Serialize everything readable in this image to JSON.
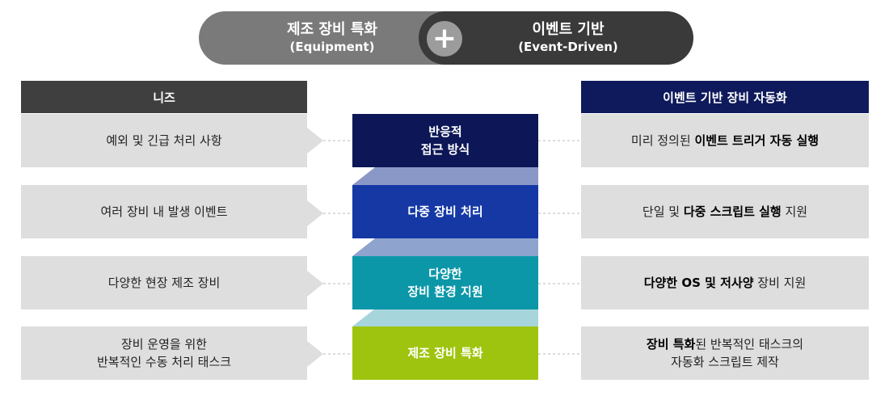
{
  "top": {
    "left_title": "제조 장비 특화",
    "left_sub": "(Equipment)",
    "right_title": "이벤트 기반",
    "right_sub": "(Event-Driven)",
    "plus": "+"
  },
  "headers": {
    "left": "니즈",
    "right": "이벤트 기반 장비 자동화"
  },
  "rows": [
    {
      "need": "예외 및 긴급 처리 사항",
      "center": [
        "반응적",
        "접근 방식"
      ],
      "result_plain_1": "미리 정의된 ",
      "result_bold_1": "이벤트 트리거 자동 실행",
      "result_plain_2": ""
    },
    {
      "need": "여러 장비 내 발생 이벤트",
      "center": [
        "다중 장비 처리"
      ],
      "result_plain_1": "단일 및 ",
      "result_bold_1": "다중 스크립트 실행",
      "result_plain_2": " 지원"
    },
    {
      "need": "다양한 현장 제조 장비",
      "center": [
        "다양한",
        "장비 환경 지원"
      ],
      "result_plain_1": "",
      "result_bold_1": "다양한 OS 및 저사양",
      "result_plain_2": " 장비 지원"
    },
    {
      "need_1": "장비 운영을 위한",
      "need_2": "반복적인 수동 처리 태스크",
      "center": [
        "제조 장비 특화"
      ],
      "result_bold_1": "장비 특화",
      "result_plain_1": "된 반복적인 태스크의",
      "result_line_2": "자동화 스크립트 제작"
    }
  ],
  "colors": {
    "center_1": "#0d1757",
    "center_2": "#1538a5",
    "center_3": "#0c97a8",
    "center_4": "#9fc40f",
    "band_1": "#8a98c7",
    "band_2": "#8fa3cf",
    "band_3": "#a7d5dc"
  }
}
